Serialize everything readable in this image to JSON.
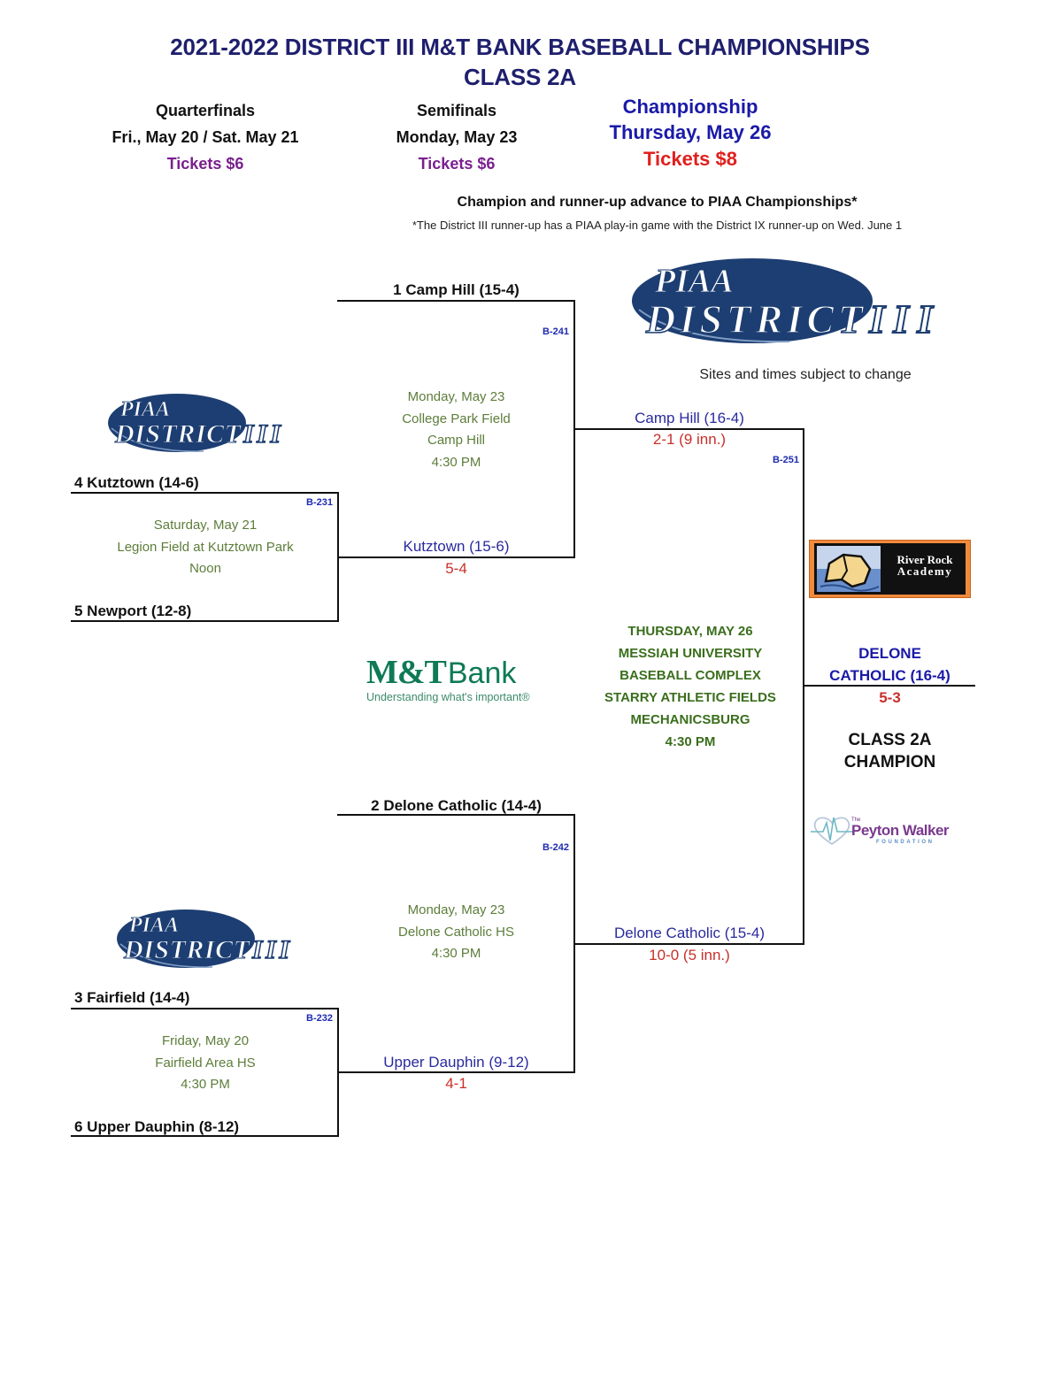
{
  "header": {
    "title": "2021-2022 DISTRICT III M&T BANK BASEBALL CHAMPIONSHIPS",
    "subtitle": "CLASS 2A"
  },
  "rounds": [
    {
      "name": "Quarterfinals",
      "date": "Fri., May 20 / Sat. May 21",
      "tickets": "Tickets $6"
    },
    {
      "name": "Semifinals",
      "date": "Monday, May 23",
      "tickets": "Tickets $6"
    },
    {
      "name": "Championship",
      "date": "Thursday, May 26",
      "tickets": "Tickets $8"
    }
  ],
  "notes": {
    "advance": "Champion and runner-up advance to PIAA Championships*",
    "footnote": "*The District III runner-up has a PIAA play-in game with the District IX runner-up on Wed. June 1",
    "subject_to_change": "Sites and times subject to change"
  },
  "logos": {
    "piaa_line1": "PIAA",
    "piaa_line2": "DISTRICT",
    "piaa_roman": "III",
    "mt_bank_name": "M&T",
    "mt_bank_word": "Bank",
    "mt_bank_tagline": "Understanding what's important®",
    "river_rock_line1": "River Rock",
    "river_rock_line2": "Academy",
    "peyton_the": "The",
    "peyton_name": "Peyton Walker",
    "peyton_foundation": "FOUNDATION"
  },
  "quarterfinals": [
    {
      "game_id": "B-231",
      "top_team": "4 Kutztown (14-6)",
      "bottom_team": "5 Newport (12-8)",
      "info": [
        "Saturday, May 21",
        "Legion Field at Kutztown Park",
        "Noon"
      ],
      "winner": "Kutztown (15-6)",
      "score": "5-4"
    },
    {
      "game_id": "B-232",
      "top_team": "3 Fairfield (14-4)",
      "bottom_team": "6 Upper Dauphin (8-12)",
      "info": [
        "Friday, May 20",
        "Fairfield Area HS",
        "4:30 PM"
      ],
      "winner": "Upper Dauphin (9-12)",
      "score": "4-1"
    }
  ],
  "semifinals": [
    {
      "game_id": "B-241",
      "top_team": "1 Camp Hill (15-4)",
      "info": [
        "Monday, May 23",
        "College Park Field",
        "Camp Hill",
        "4:30 PM"
      ],
      "winner": "Camp Hill (16-4)",
      "score": "2-1 (9 inn.)"
    },
    {
      "game_id": "B-242",
      "top_team": "2 Delone Catholic (14-4)",
      "info": [
        "Monday, May 23",
        "Delone Catholic HS",
        "4:30 PM"
      ],
      "winner": "Delone Catholic (15-4)",
      "score": "10-0 (5 inn.)"
    }
  ],
  "championship": {
    "game_id": "B-251",
    "info": [
      "THURSDAY, MAY 26",
      "MESSIAH UNIVERSITY",
      "BASEBALL COMPLEX",
      "STARRY ATHLETIC FIELDS",
      "MECHANICSBURG",
      "4:30 PM"
    ],
    "champion_line1": "DELONE",
    "champion_line2": "CATHOLIC (16-4)",
    "score": "5-3",
    "label_line1": "CLASS 2A",
    "label_line2": "CHAMPION"
  },
  "colors": {
    "title": "#1f1f6e",
    "tickets_purple": "#7a1f8f",
    "championship_blue": "#1a1aa8",
    "tickets_red": "#e0201e",
    "info_green": "#5d7d3a",
    "score_red": "#c8302a",
    "piaa_navy": "#1d3e72",
    "mt_green": "#0f7a55"
  }
}
